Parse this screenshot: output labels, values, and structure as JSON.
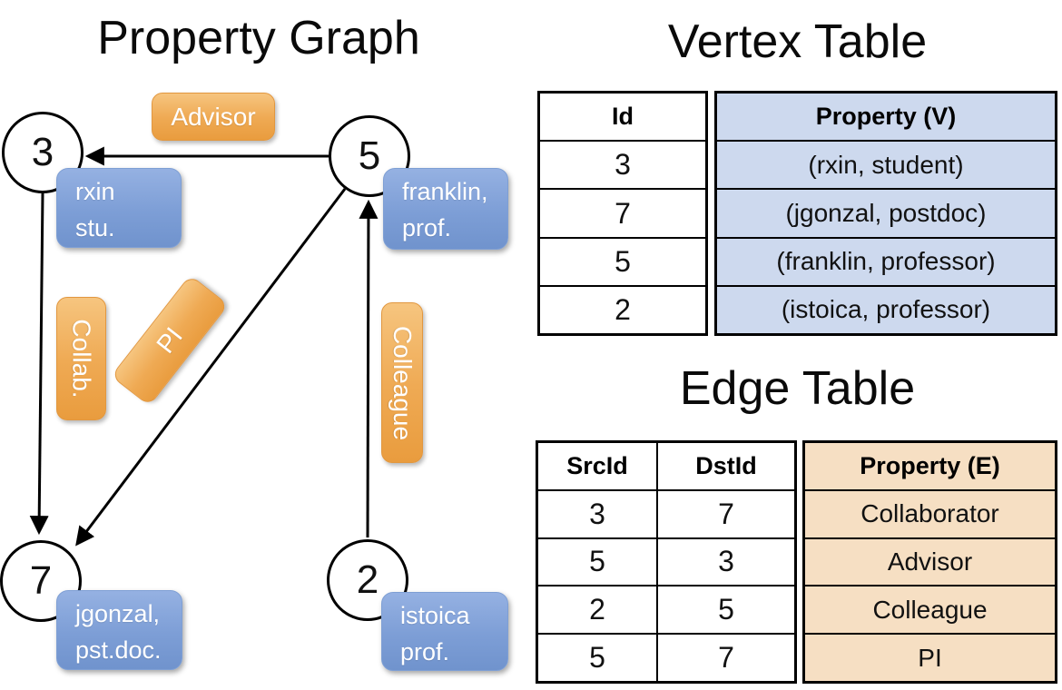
{
  "graph": {
    "title": "Property Graph",
    "nodes": [
      {
        "id": "3",
        "property": [
          "rxin",
          "stu."
        ]
      },
      {
        "id": "5",
        "property": [
          "franklin,",
          "prof."
        ]
      },
      {
        "id": "7",
        "property": [
          "jgonzal,",
          "pst.doc."
        ]
      },
      {
        "id": "2",
        "property": [
          "istoica",
          "prof."
        ]
      }
    ],
    "edges": [
      {
        "label": "Advisor"
      },
      {
        "label": "Collab."
      },
      {
        "label": "PI"
      },
      {
        "label": "Colleague"
      }
    ]
  },
  "vertex_table": {
    "title": "Vertex Table",
    "columns": [
      "Id",
      "Property (V)"
    ],
    "rows": [
      [
        "3",
        "(rxin, student)"
      ],
      [
        "7",
        "(jgonzal, postdoc)"
      ],
      [
        "5",
        "(franklin, professor)"
      ],
      [
        "2",
        "(istoica, professor)"
      ]
    ]
  },
  "edge_table": {
    "title": "Edge Table",
    "columns": [
      "SrcId",
      "DstId",
      "Property (E)"
    ],
    "rows": [
      [
        "3",
        "7",
        "Collaborator"
      ],
      [
        "5",
        "3",
        "Advisor"
      ],
      [
        "2",
        "5",
        "Colleague"
      ],
      [
        "5",
        "7",
        "PI"
      ]
    ]
  },
  "colors": {
    "edge_label_orange": "#ECA14B",
    "vertex_label_blue": "#7D9DD5",
    "vertex_property_fill": "#CDD9EE",
    "edge_property_fill": "#F6DFC3",
    "line_color": "#000000"
  }
}
